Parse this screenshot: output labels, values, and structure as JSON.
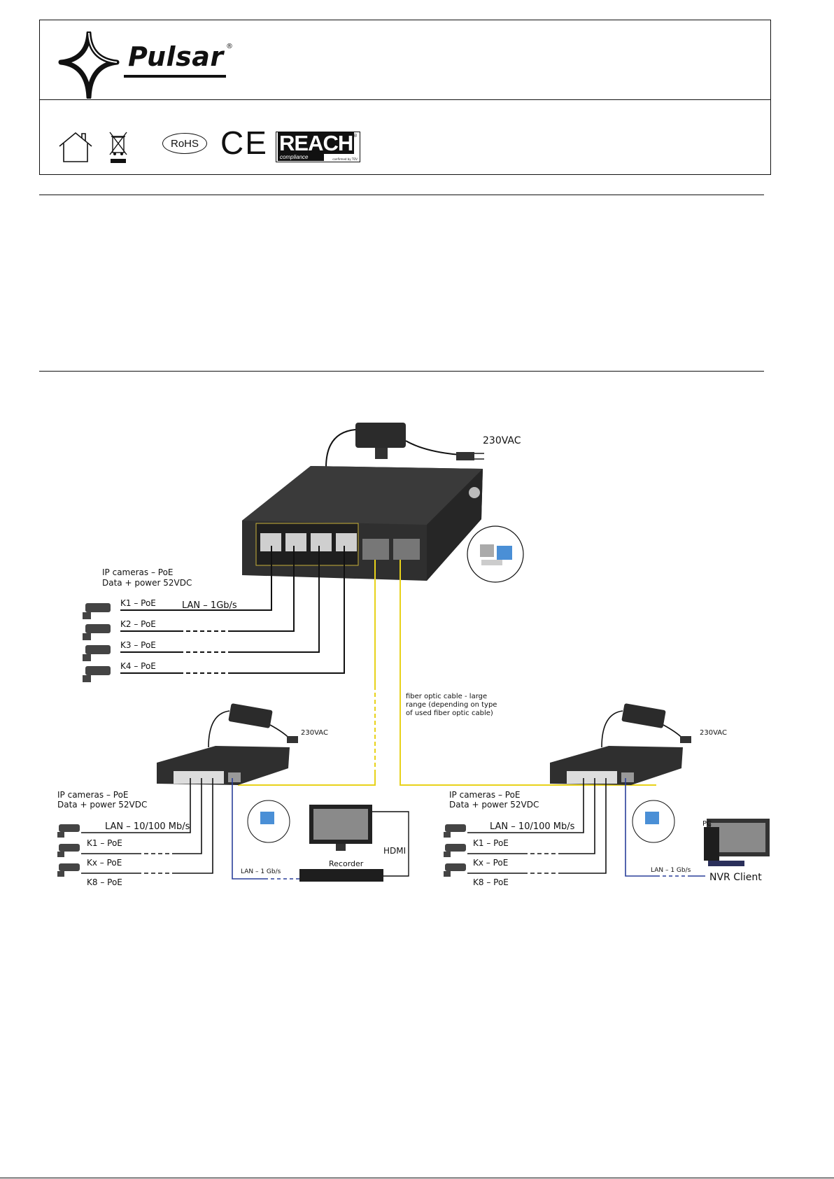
{
  "header": {
    "brand": "Pulsar",
    "reg_mark": "®",
    "certifications": [
      "house-icon",
      "weee-bin-icon",
      "RoHS",
      "CE",
      "REACH"
    ],
    "rohs_label": "RoHS",
    "ce_label": "CE",
    "reach_label": "REACH",
    "reach_sub": "compliance",
    "reach_tiny": "confirmed by TÜV"
  },
  "diagram": {
    "main_switch": {
      "power_label": "230VAC",
      "cameras_title": "IP cameras – PoE",
      "cameras_sub": "Data + power 52VDC",
      "ports": [
        "K1 – PoE",
        "K2 – PoE",
        "K3 – PoE",
        "K4 – PoE"
      ],
      "lan_label": "LAN – 1Gb/s"
    },
    "fiber_note": [
      "fiber optic cable - large",
      "range (depending on type",
      "of used fiber optic cable)"
    ],
    "left_switch": {
      "power_label": "230VAC",
      "cameras_title": "IP cameras – PoE",
      "cameras_sub": "Data + power 52VDC",
      "lan_label": "LAN – 10/100 Mb/s",
      "ports": [
        "K1 – PoE",
        "Kx – PoE",
        "K8 – PoE"
      ],
      "uplink_label": "LAN – 1 Gb/s",
      "hdmi_label": "HDMI",
      "recorder_label": "Recorder"
    },
    "right_switch": {
      "power_label": "230VAC",
      "cameras_title": "IP cameras – PoE",
      "cameras_sub": "Data + power 52VDC",
      "lan_label": "LAN – 10/100 Mb/s",
      "ports": [
        "K1 – PoE",
        "Kx – PoE",
        "K8 – PoE"
      ],
      "uplink_label": "LAN – 1 Gb/s",
      "pc_label": "PC",
      "client_label": "NVR Client"
    },
    "colors": {
      "fiber": "#e8d21a",
      "lan": "#2a3f9a",
      "device": "#2b2b2b"
    }
  }
}
